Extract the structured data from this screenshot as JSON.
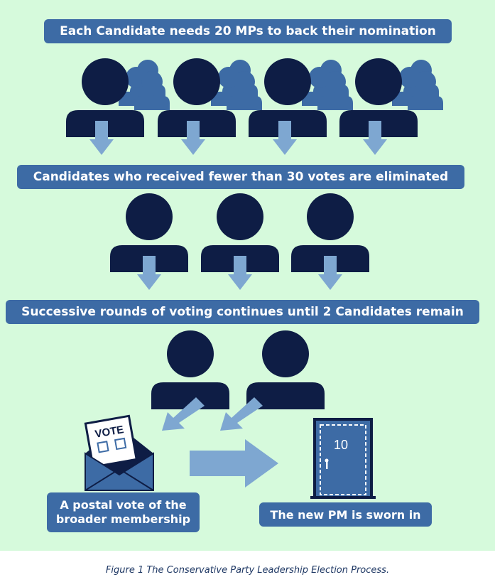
{
  "steps": {
    "nomination": "Each Candidate needs 20 MPs to back their nomination",
    "elimination": "Candidates who received fewer than 30 votes are eliminated",
    "rounds": "Successive rounds of voting continues until 2 Candidates remain",
    "postal_vote": "A postal vote of the broader membership",
    "sworn_in": "The new PM is sworn in"
  },
  "ballot_label": "VOTE",
  "door_number": "10",
  "caption": "Figure 1 The Conservative Party Leadership Election Process.",
  "colors": {
    "background": "#d6fadc",
    "banner": "#3d6ba5",
    "person_dark": "#0e1d45",
    "person_light": "#3d6ba5",
    "arrow": "#7ea7d1"
  },
  "icons": [
    "person-icon",
    "group-icon",
    "arrow-down-icon",
    "envelope-ballot-icon",
    "arrow-right-icon",
    "door-icon"
  ]
}
